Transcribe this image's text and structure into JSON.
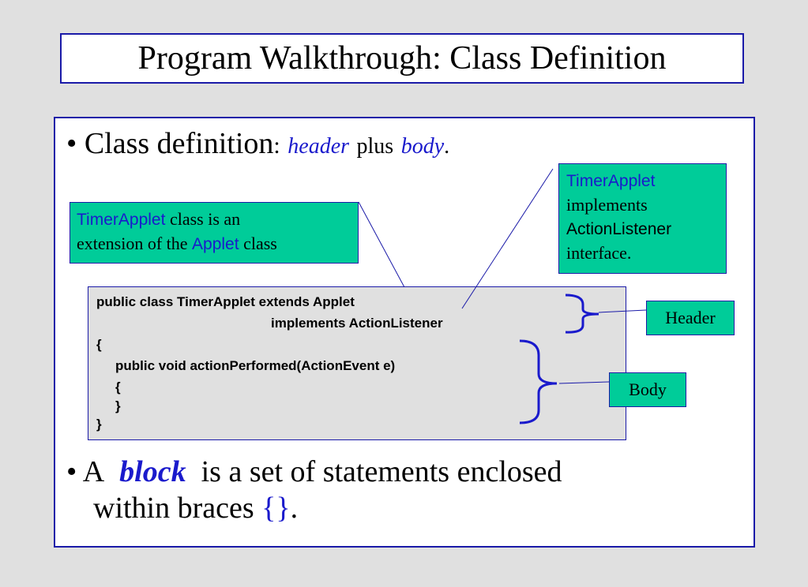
{
  "slide": {
    "title": "Program Walkthrough: Class Definition",
    "bullet_char": "•",
    "bullet1": {
      "lead": "Class definition",
      "colon": ":",
      "term1": "header",
      "mid": "plus",
      "term2": "body",
      "end": "."
    },
    "callout_left": {
      "class_name": "TimerApplet",
      "text1": "class is an",
      "text2": "extension of the",
      "applet": "Applet",
      "text3": "class"
    },
    "callout_right": {
      "class_name": "TimerApplet",
      "line2": "implements",
      "line3": "ActionListener",
      "line4": "interface."
    },
    "code": {
      "line1": "public class TimerApplet extends Applet",
      "line2": "implements ActionListener",
      "line3": "{",
      "line4": "public void actionPerformed(ActionEvent e)",
      "line5": "{",
      "line6": "}",
      "line7": "}"
    },
    "label_header": "Header",
    "label_body": "Body",
    "bullet2": {
      "a": "A",
      "block": "block",
      "rest": "is a set of statements enclosed",
      "line2": "within braces",
      "braces": "{}",
      "end": "."
    }
  },
  "colors": {
    "background": "#e0e0e0",
    "border_blue": "#1a1aa8",
    "accent_blue": "#1a1acc",
    "callout_green": "#00cc99"
  }
}
